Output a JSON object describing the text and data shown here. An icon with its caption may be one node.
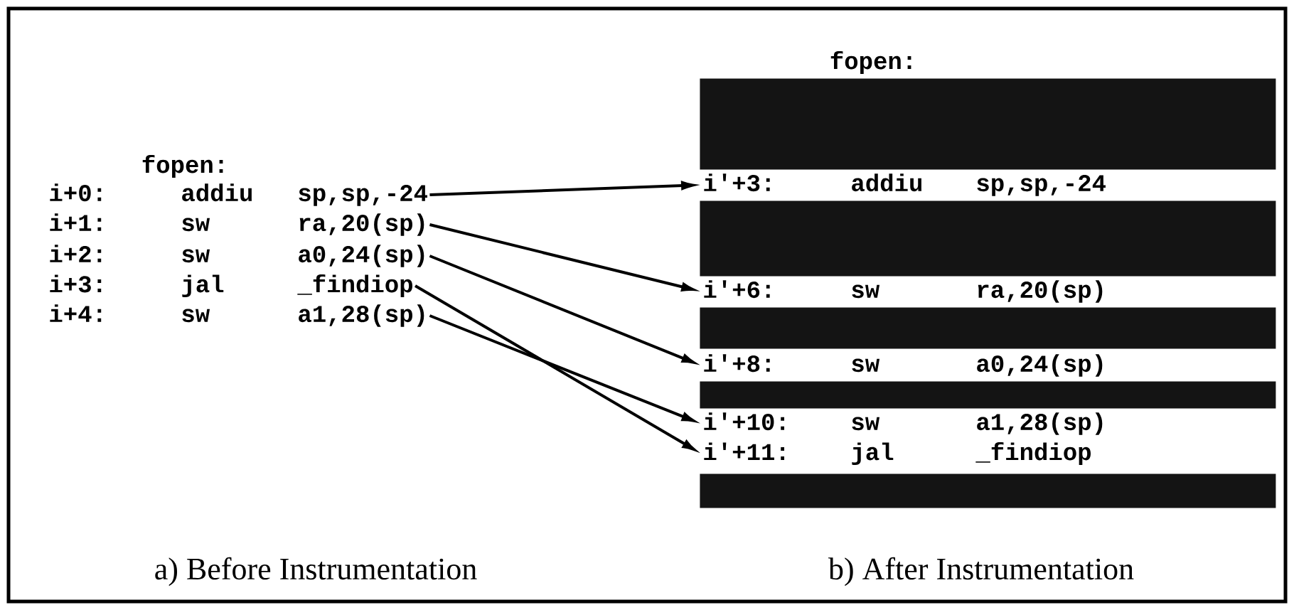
{
  "diagram": {
    "nodes": [
      {
        "text": [
          "i+0:",
          "addiu",
          "sp,sp,-24"
        ]
      },
      {
        "text": [
          "i+1:",
          "sw",
          "ra,20(sp)"
        ]
      },
      {
        "text": [
          "i+2:",
          "sw",
          "a0,24(sp)"
        ]
      },
      {
        "text": [
          "i+3:",
          "jal",
          "_findiop"
        ]
      },
      {
        "text": [
          "i+4:",
          "sw",
          "a1,28(sp)"
        ]
      },
      {
        "text": [],
        "shape": "bar"
      },
      {
        "text": [
          "i'+3:",
          "addiu",
          "sp,sp,-24"
        ]
      },
      {
        "text": [],
        "shape": "bar"
      },
      {
        "text": [
          "i'+6:",
          "sw",
          "ra,20(sp)"
        ]
      },
      {
        "text": [],
        "shape": "bar"
      },
      {
        "text": [
          "i'+8:",
          "sw",
          "a0,24(sp)"
        ]
      },
      {
        "text": [],
        "shape": "bar"
      },
      {
        "text": [
          "i'+10:",
          "sw",
          "a1,28(sp)"
        ]
      },
      {
        "text": [
          "i'+11:",
          "jal",
          "_findiop"
        ]
      },
      {
        "text": [],
        "shape": "bar"
      }
    ],
    "edges": [
      {
        "from": 0,
        "to": 6,
        "arrow": "to"
      },
      {
        "from": 1,
        "to": 8,
        "arrow": "to"
      },
      {
        "from": 2,
        "to": 10,
        "arrow": "to"
      },
      {
        "from": 3,
        "to": 13,
        "arrow": "to"
      },
      {
        "from": 4,
        "to": 12,
        "arrow": "to"
      }
    ],
    "labels": [
      "fopen:",
      "fopen:",
      "a) Before Instrumentation",
      "b) After Instrumentation"
    ]
  }
}
